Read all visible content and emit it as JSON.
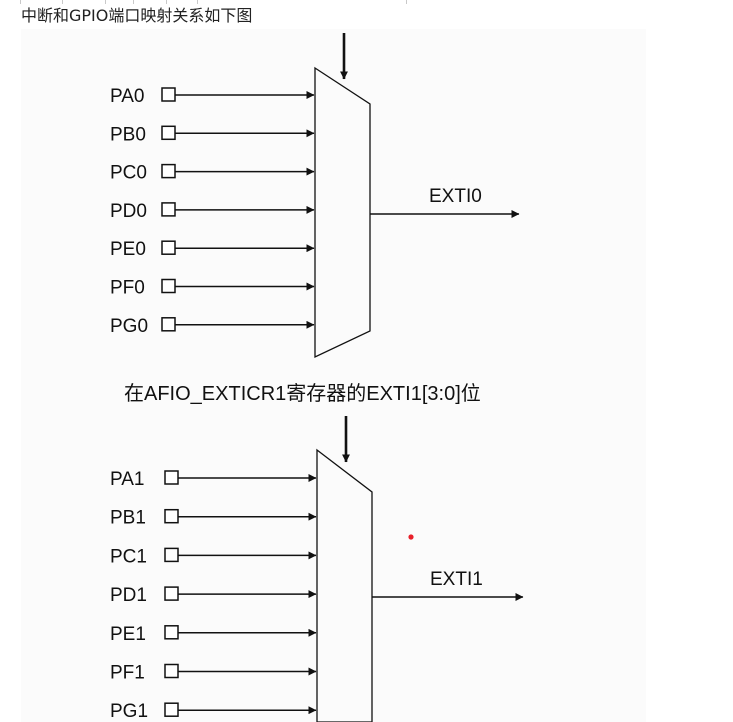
{
  "heading": "中断和GPIO端口映射关系如下图",
  "diagram": {
    "mux_top": {
      "inputs": [
        "PA0",
        "PB0",
        "PC0",
        "PD0",
        "PE0",
        "PF0",
        "PG0"
      ],
      "output": "EXTI0"
    },
    "caption": "在AFIO_EXTICR1寄存器的EXTI1[3:0]位",
    "mux_bottom": {
      "inputs": [
        "PA1",
        "PB1",
        "PC1",
        "PD1",
        "PE1",
        "PF1",
        "PG1"
      ],
      "output": "EXTI1"
    }
  },
  "colors": {
    "line": "#111111",
    "dot": "#e8202a",
    "figure_bg": "#fbfbfb"
  }
}
